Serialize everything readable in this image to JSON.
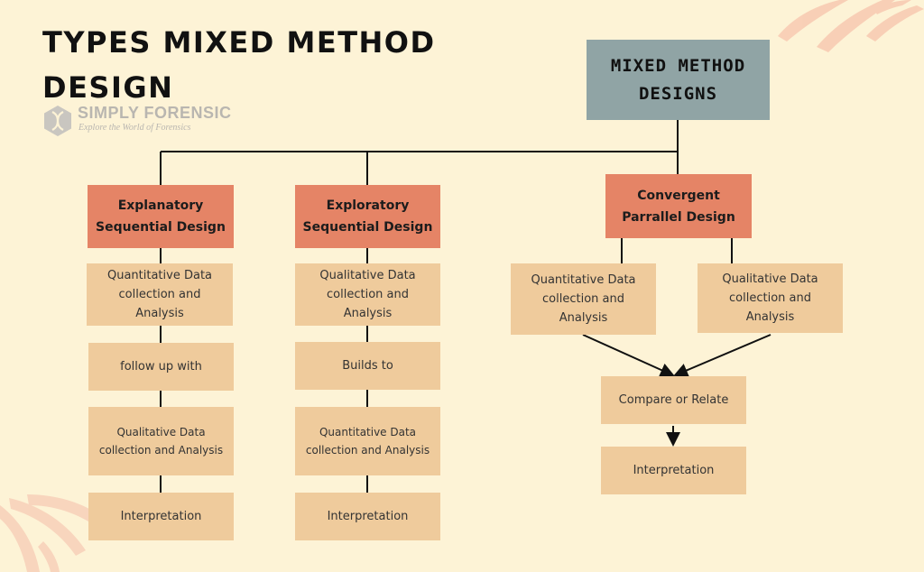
{
  "title": "TYPES MIXED METHOD DESIGN",
  "logo": {
    "brand": "SIMPLY FORENSIC",
    "tagline": "Explore the World of Forensics"
  },
  "root": {
    "label": "MIXED METHOD DESIGNS"
  },
  "explanatory": {
    "label": "Explanatory Sequential Design",
    "steps": [
      "Quantitative Data collection and Analysis",
      "follow up with",
      "Qualitative Data collection and Analysis",
      "Interpretation"
    ]
  },
  "exploratory": {
    "label": "Exploratory Sequential Design",
    "steps": [
      "Qualitative Data collection and Analysis",
      "Builds to",
      "Quantitative Data collection and Analysis",
      "Interpretation"
    ]
  },
  "convergent": {
    "label": "Convergent Parrallel Design",
    "left_branch": "Quantitative Data collection and Analysis",
    "right_branch": "Qualitative Data collection and Analysis",
    "merge": "Compare or Relate",
    "result": "Interpretation"
  },
  "colors": {
    "background": "#fdf3d6",
    "root_box": "#90a4a5",
    "design_box": "#e58466",
    "step_box": "#efcb9c",
    "decoration": "#f6c5ab"
  }
}
